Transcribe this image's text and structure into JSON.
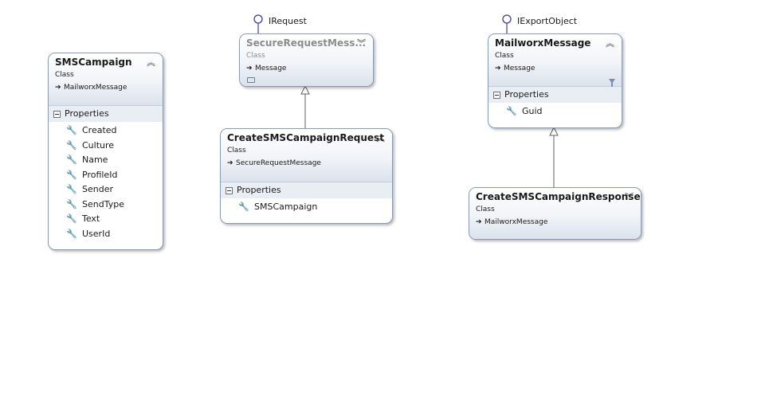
{
  "diagram": {
    "classes": {
      "sms_campaign": {
        "name": "SMSCampaign",
        "kind": "Class",
        "base": "MailworxMessage",
        "section": "Properties",
        "properties": [
          "Created",
          "Culture",
          "Name",
          "ProfileId",
          "Sender",
          "SendType",
          "Text",
          "UserId"
        ]
      },
      "secure_request": {
        "name": "SecureRequestMess...",
        "kind": "Class",
        "base": "Message",
        "interface": "IRequest"
      },
      "create_request": {
        "name": "CreateSMSCampaignRequest",
        "kind": "Class",
        "base": "SecureRequestMessage",
        "section": "Properties",
        "properties": [
          "SMSCampaign"
        ]
      },
      "mailworx_message": {
        "name": "MailworxMessage",
        "kind": "Class",
        "base": "Message",
        "interface": "IExportObject",
        "section": "Properties",
        "properties": [
          "Guid"
        ]
      },
      "create_response": {
        "name": "CreateSMSCampaignResponse",
        "kind": "Class",
        "base": "MailworxMessage"
      }
    },
    "icons": {
      "collapse": "chevron-up-double",
      "expand": "chevron-down-double",
      "property": "wrench",
      "inherits": "arrow-right",
      "filter": "funnel",
      "interface": "lollipop"
    },
    "colors": {
      "border": "#8a9ab0",
      "header_gradient_end": "#dbe2ec",
      "section_bg": "#e9eef4",
      "connector": "#606060",
      "lollipop": "#3c3c9e"
    }
  }
}
